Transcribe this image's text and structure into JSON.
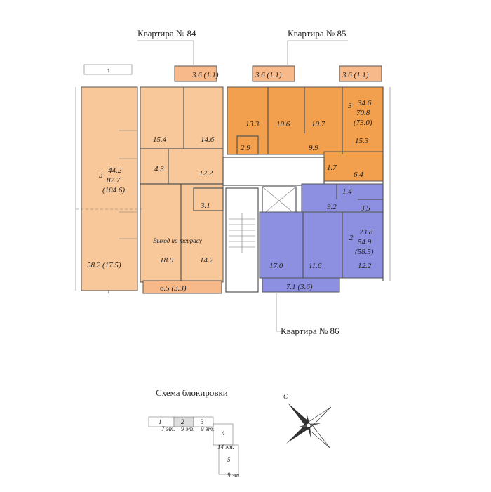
{
  "colors": {
    "apt84": "#f9c89a",
    "apt85": "#f2a04e",
    "apt86": "#8d8fe0",
    "balcony": "#f7b98a",
    "corridor": "#ffffff",
    "wall": "#555555"
  },
  "apartments": [
    {
      "title": "Квартира № 84",
      "rooms_count": "3",
      "living_area": "44.2",
      "total_area": "82.7",
      "total_with_balcony": "(104.6)",
      "balcony_top": "3.6 (1.1)",
      "balcony_bottom": "6.5 (3.3)",
      "terrace": "58.2 (17.5)",
      "terrace_note": "Выход на террасу",
      "rooms": [
        "15.4",
        "14.6",
        "4.3",
        "12.2",
        "3.1",
        "18.9",
        "14.2"
      ]
    },
    {
      "title": "Квартира № 85",
      "rooms_count": "3",
      "living_area": "34.6",
      "total_area": "70.8",
      "total_with_balcony": "(73.0)",
      "balconies": [
        "3.6 (1.1)",
        "3.6 (1.1)"
      ],
      "rooms": [
        "13.3",
        "10.6",
        "10.7",
        "2.9",
        "9.9",
        "15.3",
        "1.7",
        "6.4"
      ]
    },
    {
      "title": "Квартира № 86",
      "rooms_count": "2",
      "living_area": "23.8",
      "total_area": "54.9",
      "total_with_balcony": "(58.5)",
      "balcony": "7.1 (3.6)",
      "rooms": [
        "1.4",
        "9.2",
        "3.5",
        "17.0",
        "11.6",
        "12.2"
      ]
    }
  ],
  "scheme": {
    "title": "Схема блокировки",
    "sections": [
      "1",
      "2",
      "3",
      "4",
      "5"
    ],
    "dims": [
      "7 эт.",
      "9 эт.",
      "9 эт.",
      "14 эт.",
      "9 эт."
    ]
  },
  "compass": {
    "letter": "С",
    "icon": "compass-rose-icon"
  }
}
